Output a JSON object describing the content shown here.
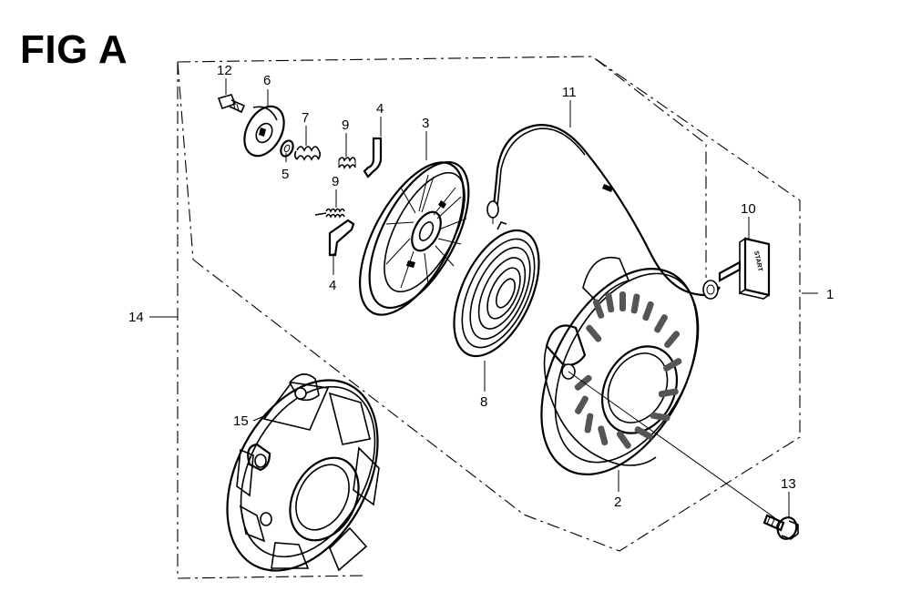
{
  "figure": {
    "title": "FIG A"
  },
  "callouts": [
    {
      "id": "c1",
      "text": "1"
    },
    {
      "id": "c2",
      "text": "2"
    },
    {
      "id": "c3",
      "text": "3"
    },
    {
      "id": "c4a",
      "text": "4"
    },
    {
      "id": "c4b",
      "text": "4"
    },
    {
      "id": "c5",
      "text": "5"
    },
    {
      "id": "c6",
      "text": "6"
    },
    {
      "id": "c7",
      "text": "7"
    },
    {
      "id": "c8",
      "text": "8"
    },
    {
      "id": "c9a",
      "text": "9"
    },
    {
      "id": "c9b",
      "text": "9"
    },
    {
      "id": "c10",
      "text": "10"
    },
    {
      "id": "c11",
      "text": "11"
    },
    {
      "id": "c12",
      "text": "12"
    },
    {
      "id": "c13",
      "text": "13"
    },
    {
      "id": "c14",
      "text": "14"
    },
    {
      "id": "c15",
      "text": "15"
    }
  ],
  "handle_text": "START"
}
